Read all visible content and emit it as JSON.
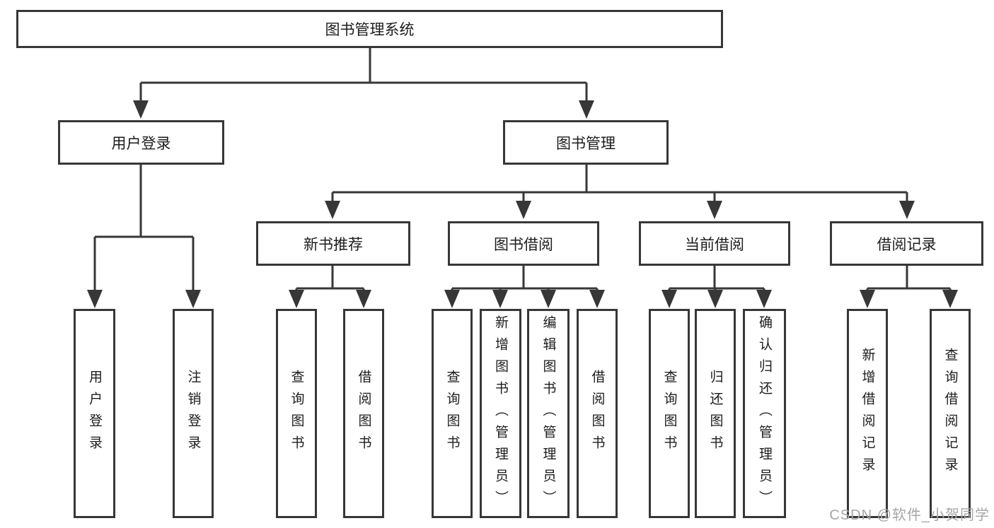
{
  "colors": {
    "line": "#373737",
    "box_border": "#373737",
    "box_text": "#1c1c1c",
    "background": "#ffffff",
    "watermark": "#a6a6a6"
  },
  "watermark": {
    "text": "CSDN @软件_小贺同学"
  },
  "tree": {
    "root": {
      "label": "图书管理系统"
    },
    "branches": [
      {
        "label": "用户登录",
        "leaves": [
          {
            "label": "用户登录"
          },
          {
            "label": "注销登录"
          }
        ]
      },
      {
        "label": "图书管理",
        "sections": [
          {
            "label": "新书推荐",
            "leaves": [
              {
                "label": "查询图书"
              },
              {
                "label": "借阅图书"
              }
            ]
          },
          {
            "label": "图书借阅",
            "leaves": [
              {
                "label": "查询图书"
              },
              {
                "label": "新增图书（管理员）"
              },
              {
                "label": "编辑图书（管理员）"
              },
              {
                "label": "借阅图书"
              }
            ]
          },
          {
            "label": "当前借阅",
            "leaves": [
              {
                "label": "查询图书"
              },
              {
                "label": "归还图书"
              },
              {
                "label": "确认归还（管理员）"
              }
            ]
          },
          {
            "label": "借阅记录",
            "leaves": [
              {
                "label": "新增借阅记录"
              },
              {
                "label": "查询借阅记录"
              }
            ]
          }
        ]
      }
    ]
  }
}
